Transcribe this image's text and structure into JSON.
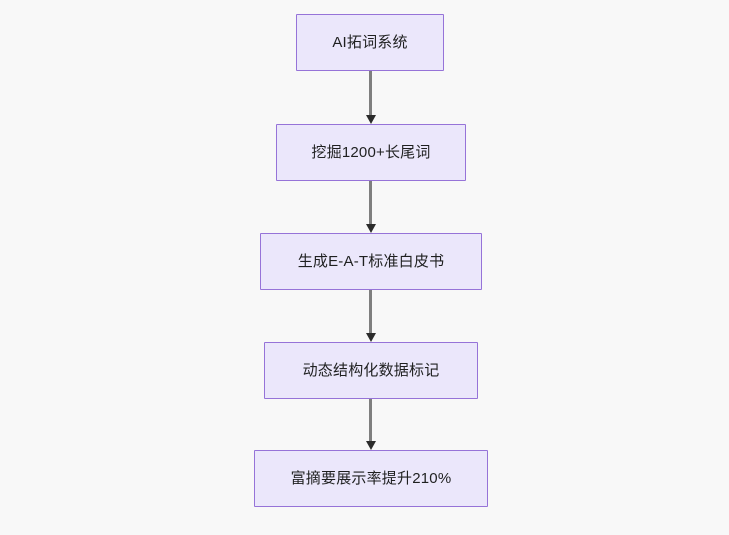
{
  "diagram": {
    "type": "flowchart",
    "orientation": "top-to-bottom",
    "background_color": "#f8f8f8",
    "node_fill_color": "#ebe7fb",
    "node_border_color": "#9673d8",
    "node_text_color": "#1f2020",
    "edge_line_color": "#7f7f7f",
    "edge_arrowhead_color": "#2b2b2b",
    "nodes": [
      {
        "id": "node-1",
        "label": "AI拓词系统"
      },
      {
        "id": "node-2",
        "label": "挖掘1200+长尾词"
      },
      {
        "id": "node-3",
        "label": "生成E-A-T标准白皮书"
      },
      {
        "id": "node-4",
        "label": "动态结构化数据标记"
      },
      {
        "id": "node-5",
        "label": "富摘要展示率提升210%"
      }
    ],
    "edges": [
      {
        "id": "edge-1",
        "from": "node-1",
        "to": "node-2"
      },
      {
        "id": "edge-2",
        "from": "node-2",
        "to": "node-3"
      },
      {
        "id": "edge-3",
        "from": "node-3",
        "to": "node-4"
      },
      {
        "id": "edge-4",
        "from": "node-4",
        "to": "node-5"
      }
    ]
  }
}
